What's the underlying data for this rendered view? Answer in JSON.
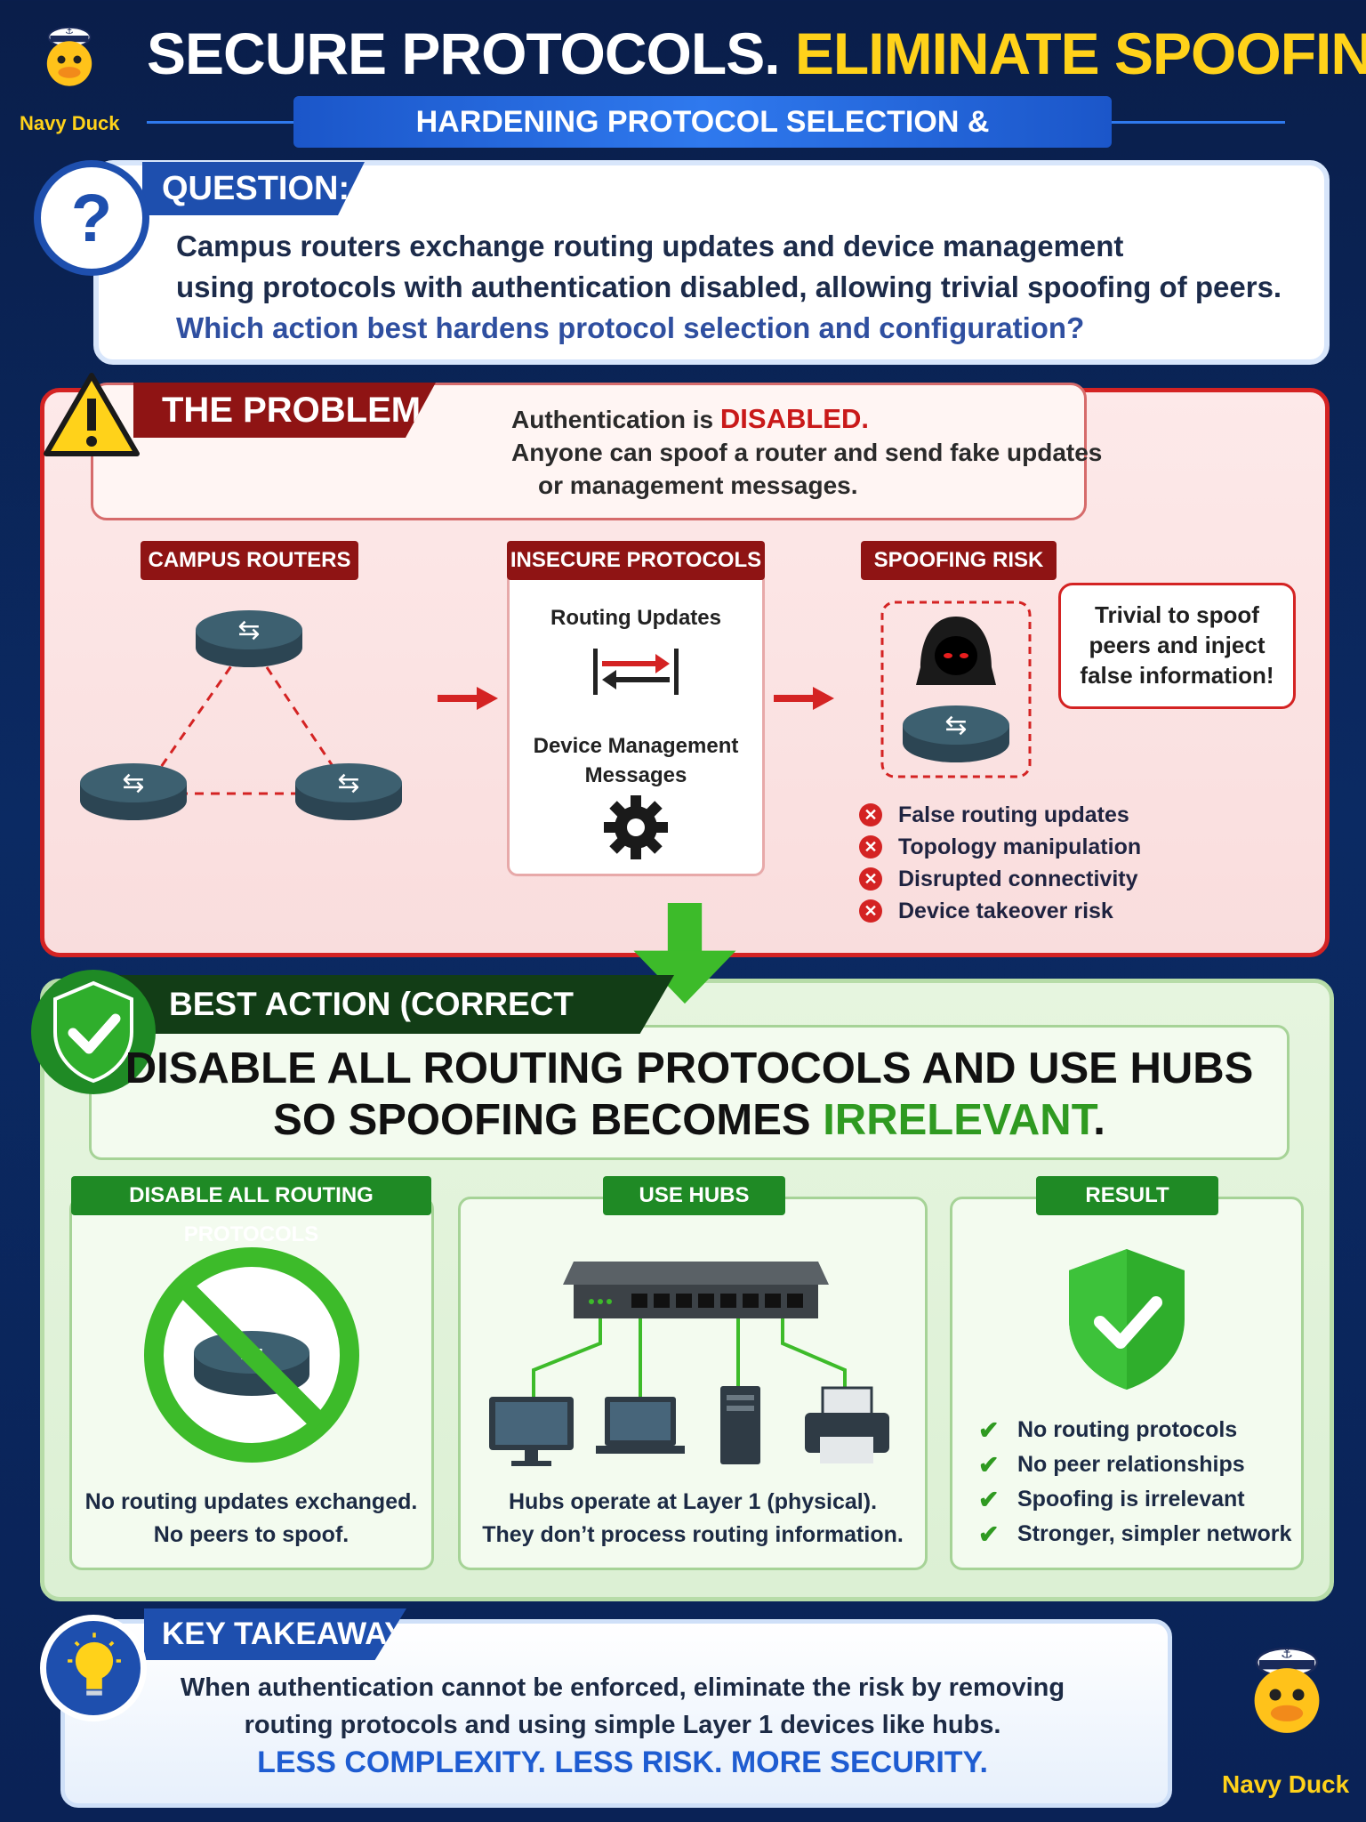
{
  "header": {
    "title_part1": "SECURE PROTOCOLS.",
    "title_part2": "ELIMINATE SPOOFING.",
    "subtitle": "HARDENING PROTOCOL SELECTION & CONFIGURATION",
    "brand": "Navy Duck"
  },
  "question": {
    "tag": "QUESTION:",
    "icon": "?",
    "line1": "Campus routers exchange routing updates and device management",
    "line2": "using protocols with authentication disabled, allowing trivial spoofing of peers.",
    "line3": "Which action best hardens protocol selection and configuration?"
  },
  "problem": {
    "tag": "THE PROBLEM",
    "note_prefix": "Authentication is ",
    "note_emph": "DISABLED.",
    "note_line2": "Anyone can spoof a router and send fake updates",
    "note_line3": "or management messages.",
    "routers_tag": "CAMPUS ROUTERS",
    "protocols_tag": "INSECURE PROTOCOLS",
    "routing_updates": "Routing Updates",
    "device_mgmt_line1": "Device Management",
    "device_mgmt_line2": "Messages",
    "risk_tag": "SPOOFING RISK",
    "bubble_line1": "Trivial to spoof",
    "bubble_line2": "peers and inject",
    "bubble_line3": "false information!",
    "risks": [
      "False routing updates",
      "Topology manipulation",
      "Disrupted connectivity",
      "Device takeover risk"
    ]
  },
  "best_action": {
    "tag": "BEST ACTION (CORRECT ANSWER)",
    "headline_line1": "DISABLE ALL ROUTING PROTOCOLS AND USE HUBS",
    "headline_line2_prefix": "SO SPOOFING BECOMES ",
    "headline_line2_emph": "IRRELEVANT",
    "headline_line2_suffix": ".",
    "card1_tag": "DISABLE ALL ROUTING PROTOCOLS",
    "card1_line1": "No routing updates exchanged.",
    "card1_line2": "No peers to spoof.",
    "card2_tag": "USE HUBS",
    "card2_line1": "Hubs operate at Layer 1 (physical).",
    "card2_line2": "They don’t process routing information.",
    "card3_tag": "RESULT",
    "results": [
      "No routing protocols",
      "No peer relationships",
      "Spoofing is irrelevant",
      "Stronger, simpler network"
    ]
  },
  "takeaway": {
    "tag": "KEY TAKEAWAY",
    "line1": "When authentication cannot be enforced, eliminate the risk by removing",
    "line2": "routing protocols and using simple Layer 1 devices like hubs.",
    "motto": "LESS COMPLEXITY. LESS RISK. MORE SECURITY."
  },
  "colors": {
    "accent_yellow": "#ffd21a",
    "navy": "#1e4fae",
    "danger": "#d42323",
    "success": "#2f9a21",
    "motto_blue": "#1e5cd1"
  }
}
